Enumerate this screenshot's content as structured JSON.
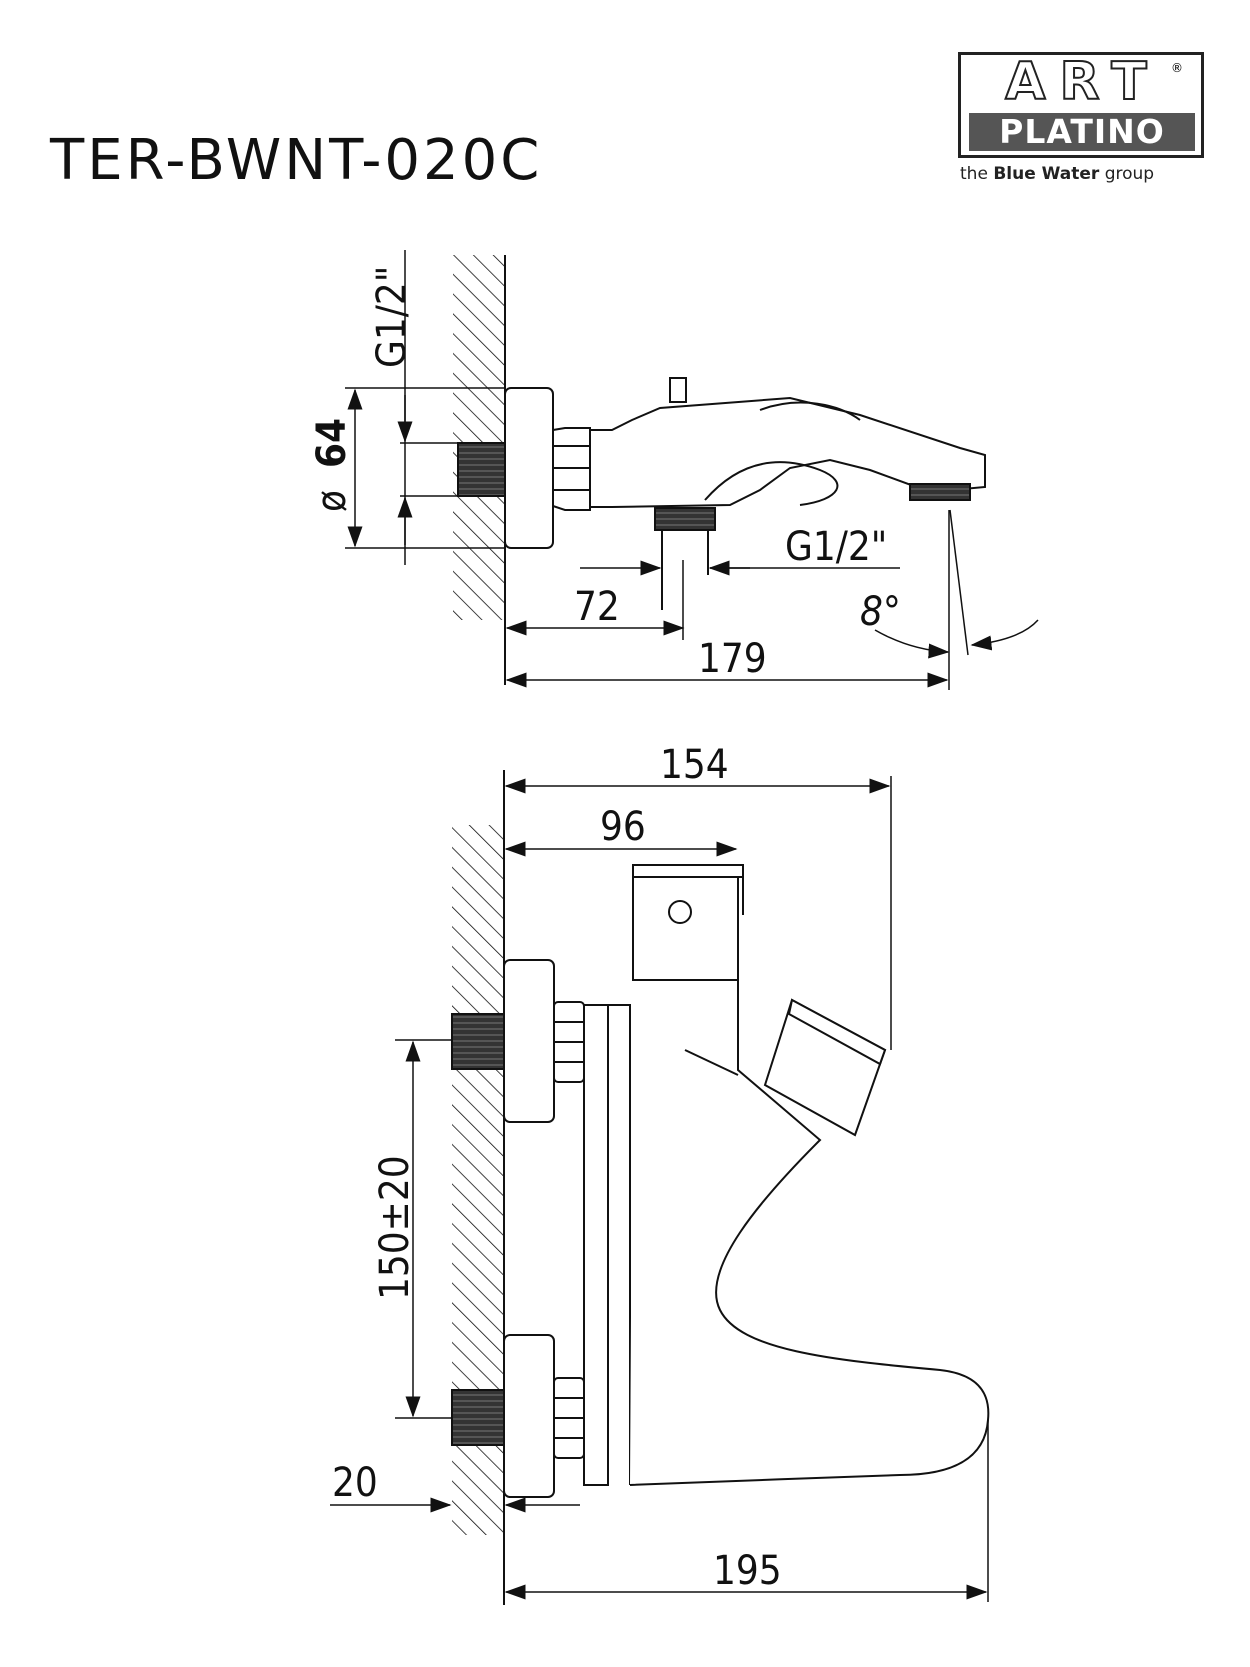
{
  "title": "TER-BWNT-020C",
  "logo": {
    "line1": "ART",
    "line2": "PLATINO",
    "reg": "®",
    "tag_pre": "the ",
    "tag_bold": "Blue Water",
    "tag_post": " group"
  },
  "dims": {
    "top_g12_vert": "G1/2\"",
    "top_diam_sym": "ø",
    "top_diam_val": "64",
    "top_g12_horz": "G1/2\"",
    "top_72": "72",
    "top_179": "179",
    "top_angle": "8°",
    "bot_154": "154",
    "bot_96": "96",
    "bot_150": "150±20",
    "bot_20": "20",
    "bot_195": "195"
  },
  "colors": {
    "line": "#111111",
    "fill_dark": "#333333"
  }
}
